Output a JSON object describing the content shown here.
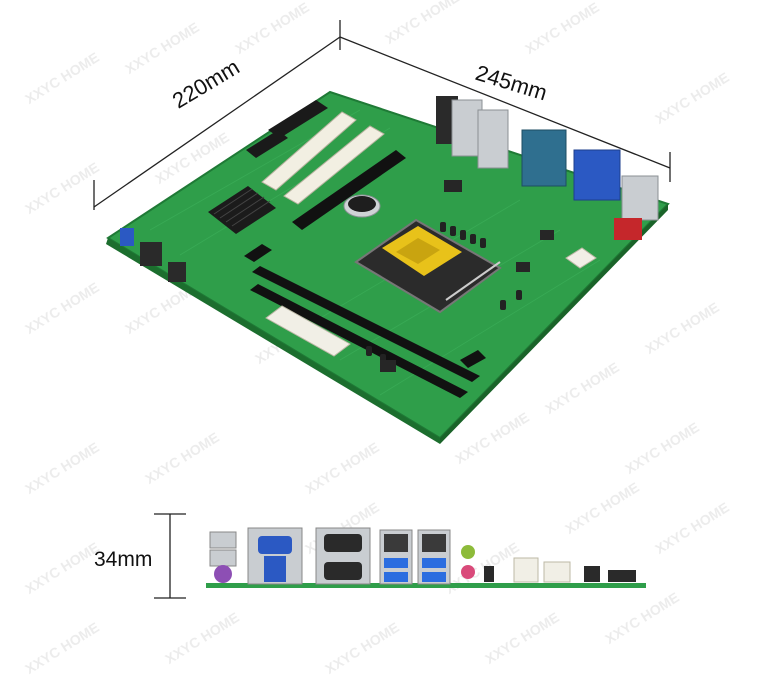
{
  "dimensions": {
    "width_label": "220mm",
    "length_label": "245mm",
    "height_label": "34mm"
  },
  "watermark": "XXYC HOME",
  "board_color": "#2f9e4a",
  "cpu_socket_color": "#e8c21a",
  "vga_port_color": "#2b59c3",
  "usb3_port_color": "#2b6de0"
}
